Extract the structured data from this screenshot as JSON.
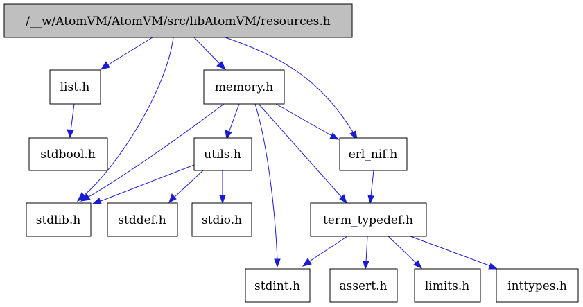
{
  "root_node": {
    "label": "/__w/AtomVM/AtomVM/src/libAtomVM/resources.h"
  },
  "nodes": {
    "list": {
      "label": "list.h"
    },
    "memory": {
      "label": "memory.h"
    },
    "stdbool": {
      "label": "stdbool.h"
    },
    "utils": {
      "label": "utils.h"
    },
    "erl_nif": {
      "label": "erl_nif.h"
    },
    "stdlib": {
      "label": "stdlib.h"
    },
    "stddef": {
      "label": "stddef.h"
    },
    "stdio": {
      "label": "stdio.h"
    },
    "term_typedef": {
      "label": "term_typedef.h"
    },
    "stdint": {
      "label": "stdint.h"
    },
    "assert": {
      "label": "assert.h"
    },
    "limits": {
      "label": "limits.h"
    },
    "inttypes": {
      "label": "inttypes.h"
    }
  },
  "edges": [
    {
      "from": "resources.h",
      "to": "list.h"
    },
    {
      "from": "resources.h",
      "to": "stdlib.h"
    },
    {
      "from": "resources.h",
      "to": "memory.h"
    },
    {
      "from": "resources.h",
      "to": "erl_nif.h"
    },
    {
      "from": "list.h",
      "to": "stdbool.h"
    },
    {
      "from": "memory.h",
      "to": "stdlib.h"
    },
    {
      "from": "memory.h",
      "to": "utils.h"
    },
    {
      "from": "memory.h",
      "to": "stdint.h"
    },
    {
      "from": "memory.h",
      "to": "term_typedef.h"
    },
    {
      "from": "memory.h",
      "to": "erl_nif.h"
    },
    {
      "from": "utils.h",
      "to": "stdlib.h"
    },
    {
      "from": "utils.h",
      "to": "stddef.h"
    },
    {
      "from": "utils.h",
      "to": "stdio.h"
    },
    {
      "from": "erl_nif.h",
      "to": "term_typedef.h"
    },
    {
      "from": "term_typedef.h",
      "to": "stdint.h"
    },
    {
      "from": "term_typedef.h",
      "to": "assert.h"
    },
    {
      "from": "term_typedef.h",
      "to": "limits.h"
    },
    {
      "from": "term_typedef.h",
      "to": "inttypes.h"
    }
  ],
  "colors": {
    "edge": "#1c1ccf",
    "root_fill": "#bfbfbf",
    "node_fill": "#ffffff",
    "node_border": "#000000"
  }
}
